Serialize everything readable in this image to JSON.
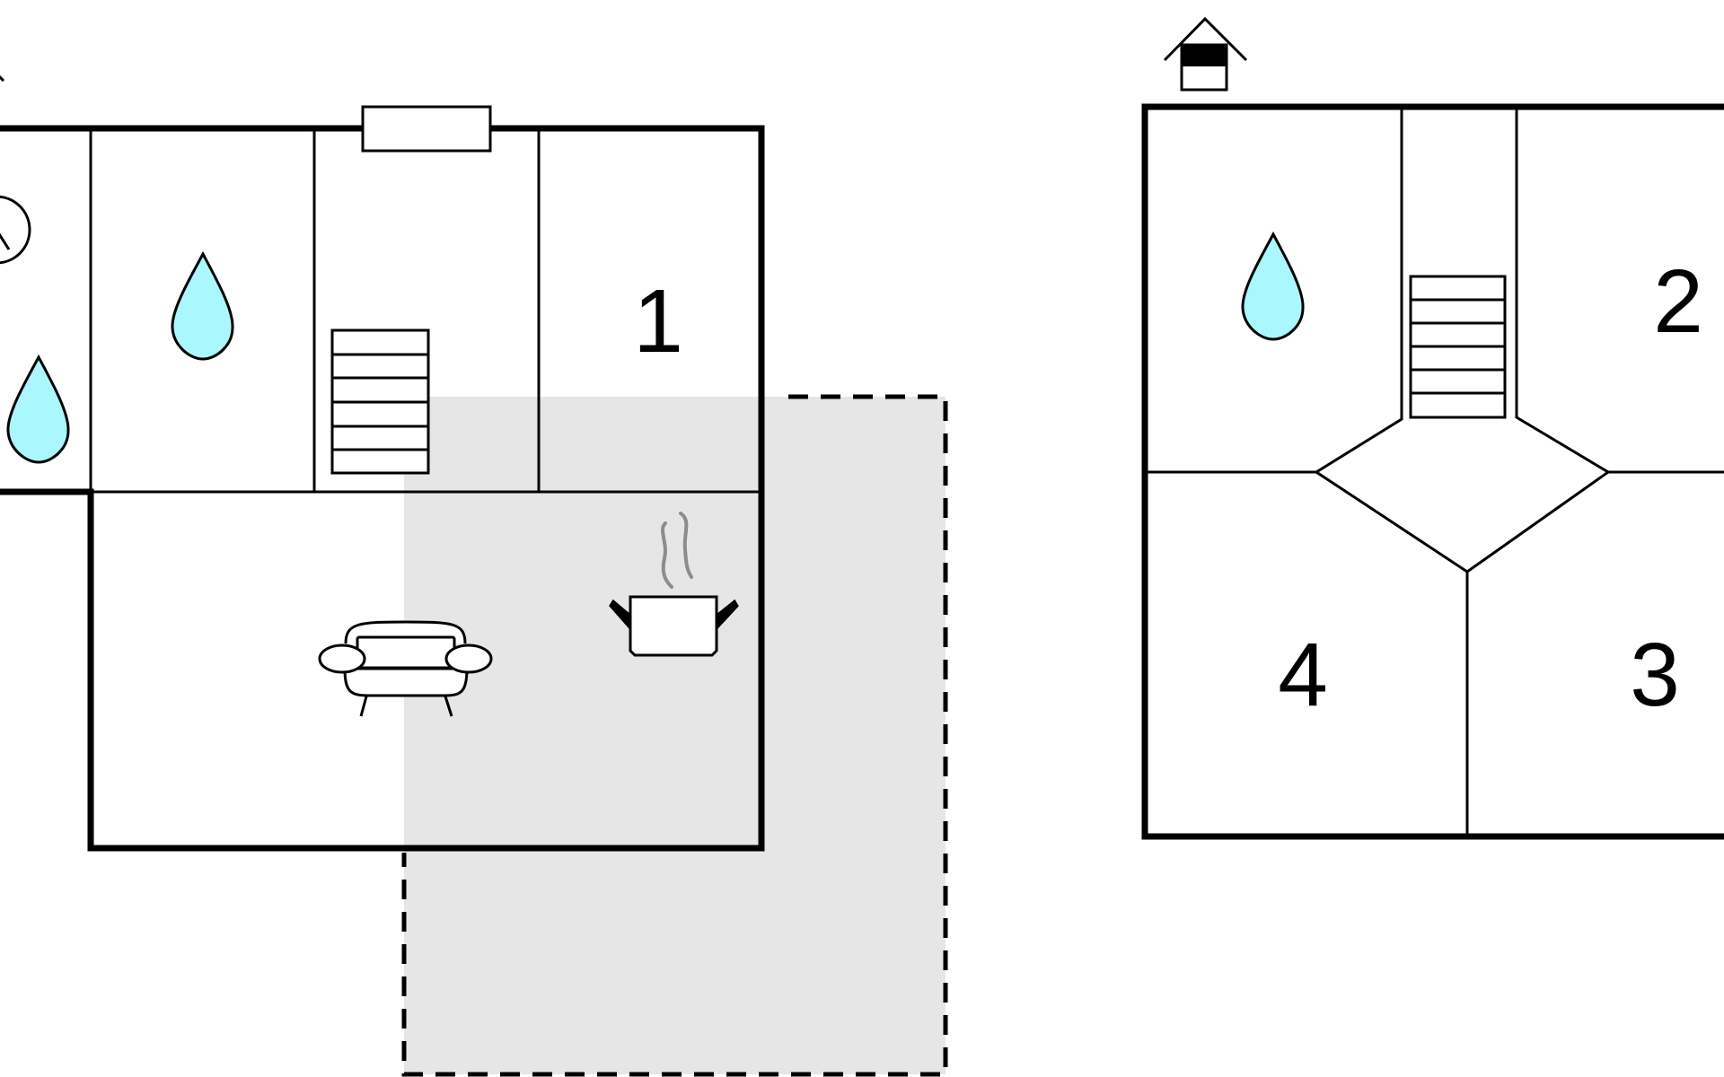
{
  "ground_floor": {
    "rooms": {
      "bedroom_1": {
        "label": "1"
      }
    },
    "terrace": {
      "fill": "#e6e6e6",
      "border": "dashed"
    }
  },
  "upper_floor": {
    "rooms": {
      "bedroom_2": {
        "label": "2"
      },
      "bedroom_3": {
        "label": "3"
      },
      "bedroom_4": {
        "label": "4"
      }
    }
  },
  "icons": {
    "bathroom": "water-drop-icon",
    "stairs": "stairs-icon",
    "living_room": "sofa-icon",
    "kitchen": "cooking-pot-icon",
    "level_indicator": "house-level-icon",
    "sauna": "clock-icon"
  },
  "colors": {
    "water": "#aaf7ff",
    "terrace": "#e6e6e6",
    "steam": "#8c8c8c",
    "wall": "#000000"
  }
}
